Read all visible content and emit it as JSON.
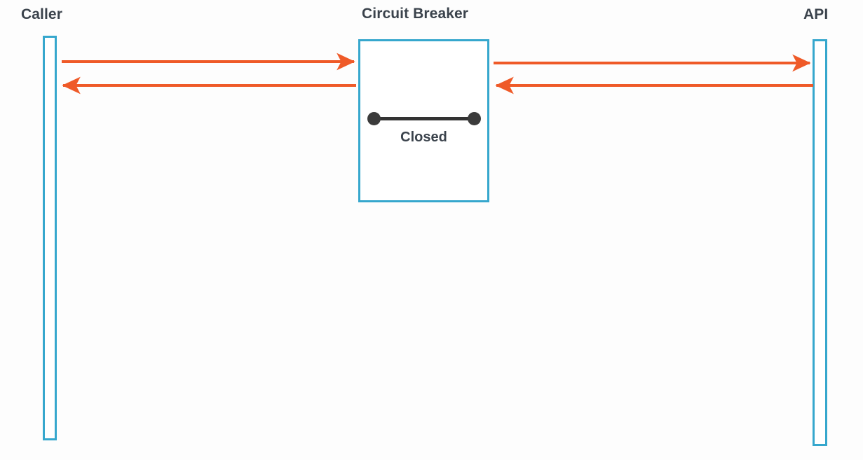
{
  "diagram": {
    "type": "sequence-diagram",
    "title_visible": false,
    "background_color": "#fdfdfd",
    "accent_color": "#36a7cd",
    "arrow_color": "#ef5a28",
    "text_color": "#3b434c",
    "switch_color": "#3b3b3b"
  },
  "participants": [
    {
      "id": "caller",
      "label": "Caller",
      "kind": "lifeline"
    },
    {
      "id": "breaker",
      "label": "Circuit Breaker",
      "kind": "box"
    },
    {
      "id": "api",
      "label": "API",
      "kind": "lifeline"
    }
  ],
  "breaker": {
    "label": "Circuit Breaker",
    "state_label": "Closed",
    "switch": {
      "position": "closed",
      "left_terminal": "contact-dot",
      "right_terminal": "contact-dot"
    }
  },
  "messages": [
    {
      "id": "m1",
      "from": "caller",
      "to": "breaker",
      "direction": "right",
      "arrowhead": true,
      "label": ""
    },
    {
      "id": "m2",
      "from": "breaker",
      "to": "api",
      "direction": "right",
      "arrowhead": true,
      "label": ""
    },
    {
      "id": "m3",
      "from": "api",
      "to": "breaker",
      "direction": "left",
      "arrowhead": true,
      "label": ""
    },
    {
      "id": "m4",
      "from": "breaker",
      "to": "caller",
      "direction": "left",
      "arrowhead": true,
      "label": ""
    }
  ],
  "icons": {
    "arrow_right": "arrow-right-icon",
    "arrow_left": "arrow-left-icon",
    "switch_closed": "switch-closed-icon"
  }
}
